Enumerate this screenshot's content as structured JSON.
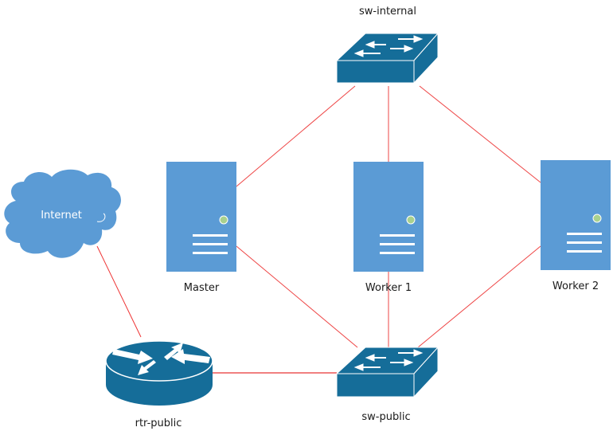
{
  "diagram": {
    "type": "network-topology",
    "colors": {
      "link": "#ee4444",
      "device_dark": "#156d99",
      "server_fill": "#5b9bd5",
      "status_led": "#a9d18e",
      "cloud_fill": "#5b9bd5"
    },
    "nodes": [
      {
        "id": "internet",
        "kind": "cloud",
        "label": "Internet"
      },
      {
        "id": "sw-internal",
        "kind": "switch",
        "label": "sw-internal"
      },
      {
        "id": "master",
        "kind": "server",
        "label": "Master"
      },
      {
        "id": "worker1",
        "kind": "server",
        "label": "Worker 1"
      },
      {
        "id": "worker2",
        "kind": "server",
        "label": "Worker 2"
      },
      {
        "id": "rtr-public",
        "kind": "router",
        "label": "rtr-public"
      },
      {
        "id": "sw-public",
        "kind": "switch",
        "label": "sw-public"
      }
    ],
    "links": [
      {
        "from": "sw-internal",
        "to": "master"
      },
      {
        "from": "sw-internal",
        "to": "worker1"
      },
      {
        "from": "sw-internal",
        "to": "worker2"
      },
      {
        "from": "sw-public",
        "to": "master"
      },
      {
        "from": "sw-public",
        "to": "worker1"
      },
      {
        "from": "sw-public",
        "to": "worker2"
      },
      {
        "from": "sw-public",
        "to": "rtr-public"
      },
      {
        "from": "rtr-public",
        "to": "internet"
      }
    ]
  }
}
